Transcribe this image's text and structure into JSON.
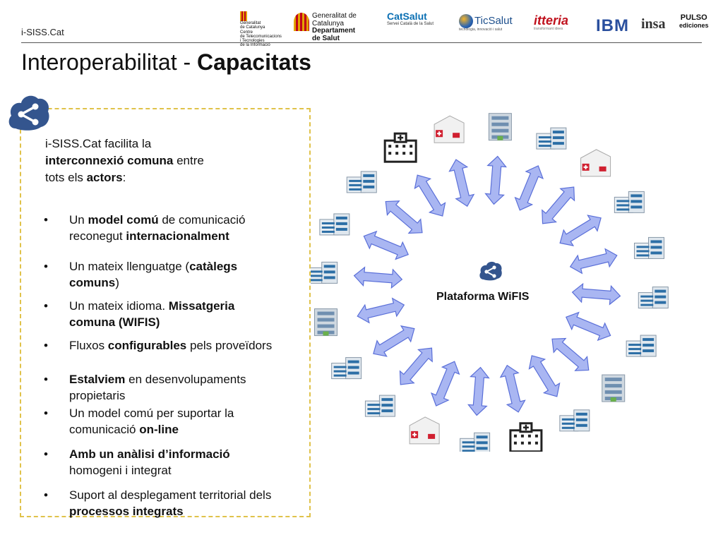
{
  "header": {
    "label": "i-SISS.Cat",
    "logos": {
      "gencat_centre": [
        "Generalitat",
        "de Catalunya",
        "Centre",
        "de Telecomunicacions",
        "i Tecnologies",
        "de la Informació"
      ],
      "gencat_salut": [
        "Generalitat de Catalunya",
        "Departament",
        "de Salut"
      ],
      "catsalut": {
        "name": "CatSalut",
        "sub": "Servei Català de la Salut"
      },
      "ticsalut": {
        "name": "TicSalut",
        "sub": "tecnologia, innovació i salut"
      },
      "iteria": {
        "name": "itteria",
        "sub": "transformant idees"
      },
      "ibm": "IBM",
      "insa": "insa",
      "pulso": [
        "PULSO",
        "ediciones"
      ]
    }
  },
  "title": {
    "prefix": "Interoperabilitat - ",
    "strong": "Capacitats"
  },
  "intro": {
    "line1": "i-SISS.Cat facilita la",
    "line2_strong": "interconnexió comuna",
    "line2_rest": " entre",
    "line3_pre": "tots els ",
    "line3_strong": "actors",
    "line3_post": ":"
  },
  "bullets": [
    {
      "parts": [
        [
          "Un ",
          false
        ],
        [
          "model comú",
          true
        ],
        [
          " de comunicació reconegut ",
          false
        ],
        [
          "internacionalment",
          true
        ]
      ]
    },
    {
      "parts": [
        [
          "Un mateix llenguatge (",
          false
        ],
        [
          "catàlegs comuns",
          true
        ],
        [
          ")",
          false
        ]
      ]
    },
    {
      "parts": [
        [
          "Un mateix idioma. ",
          false
        ],
        [
          "Missatgeria comuna (WIFIS)",
          true
        ]
      ]
    },
    {
      "parts": [
        [
          "Fluxos ",
          false
        ],
        [
          "configurables",
          true
        ],
        [
          " pels proveïdors",
          false
        ]
      ]
    },
    {
      "parts": [
        [
          "Estalviem",
          true
        ],
        [
          " en desenvolupaments propietaris",
          false
        ]
      ]
    },
    {
      "parts": [
        [
          "Un model comú per suportar la comunicació  ",
          false
        ],
        [
          "on-line",
          true
        ]
      ]
    },
    {
      "parts": [
        [
          "Amb un anàlisi d’informació",
          true
        ],
        [
          " homogeni i integrat",
          false
        ]
      ]
    },
    {
      "parts": [
        [
          "Suport al desplegament territorial dels ",
          false
        ],
        [
          "processos integrats",
          true
        ]
      ]
    }
  ],
  "bullet_char": "•",
  "diagram": {
    "platform_label": "Plataforma WiFIS",
    "nodes": [
      {
        "kind": "hospital-icon"
      },
      {
        "kind": "clinic"
      },
      {
        "kind": "tower"
      },
      {
        "kind": "building"
      },
      {
        "kind": "clinic"
      },
      {
        "kind": "building"
      },
      {
        "kind": "building"
      },
      {
        "kind": "building"
      },
      {
        "kind": "building"
      },
      {
        "kind": "tower"
      },
      {
        "kind": "building"
      },
      {
        "kind": "hospital-icon"
      },
      {
        "kind": "building"
      },
      {
        "kind": "clinic"
      },
      {
        "kind": "building"
      },
      {
        "kind": "building"
      },
      {
        "kind": "tower"
      },
      {
        "kind": "building"
      },
      {
        "kind": "building"
      },
      {
        "kind": "building"
      }
    ],
    "colors": {
      "arrow_fill": "#a9b6f2",
      "arrow_stroke": "#5a6fd8",
      "badge": "#34558e",
      "box_border": "#e0c24a"
    }
  }
}
